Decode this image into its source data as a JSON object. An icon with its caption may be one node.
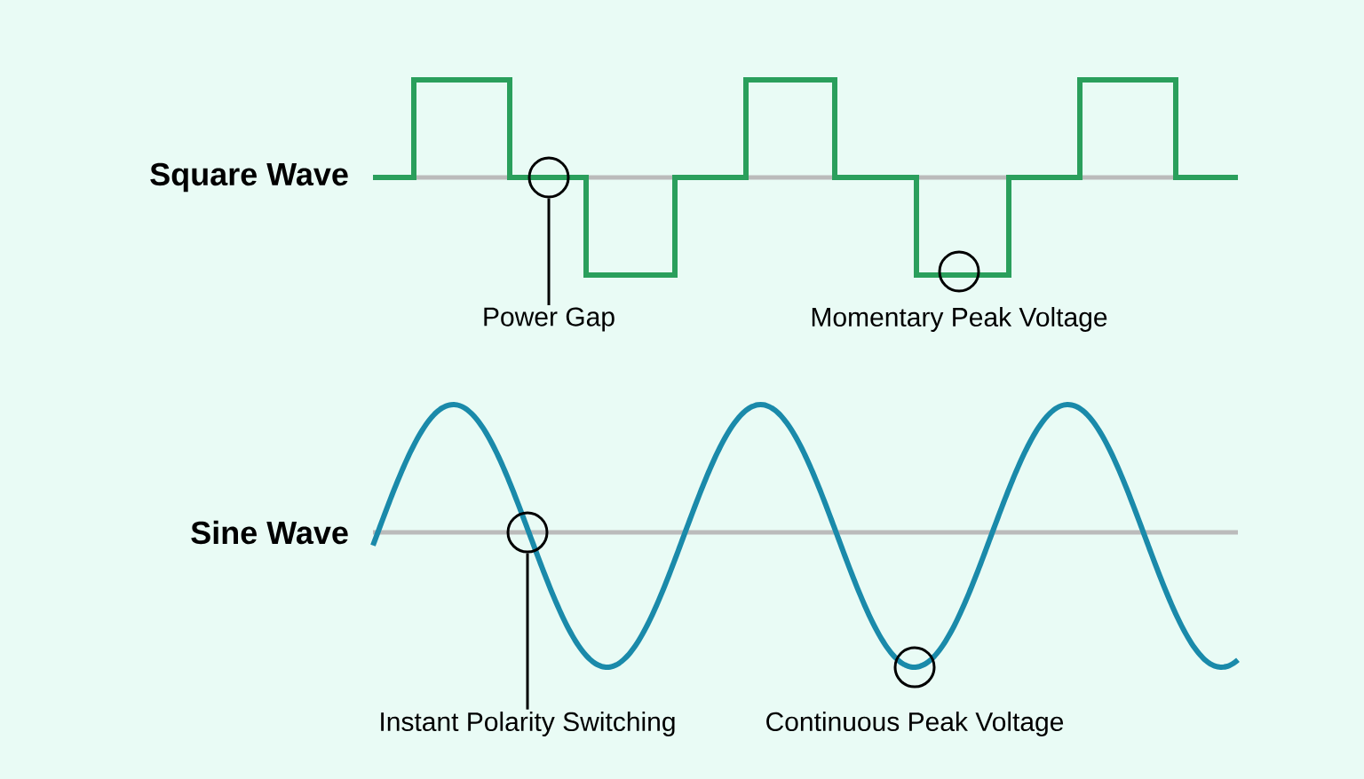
{
  "diagram": {
    "nodes": [
      {
        "text": [],
        "shape": "circle"
      },
      {
        "text": [
          "Power Gap"
        ]
      },
      {
        "text": [],
        "shape": "circle"
      },
      {
        "text": [
          "Momentary Peak Voltage"
        ]
      },
      {
        "text": [],
        "shape": "circle"
      },
      {
        "text": [
          "Instant Polarity Switching"
        ]
      },
      {
        "text": [],
        "shape": "circle"
      },
      {
        "text": [
          "Continuous Peak Voltage"
        ]
      }
    ],
    "edges": [
      {
        "from": 1,
        "to": 0,
        "arrow": "none"
      },
      {
        "from": 5,
        "to": 4,
        "arrow": "none"
      }
    ],
    "labels": [
      "Square Wave",
      "Sine Wave"
    ]
  }
}
